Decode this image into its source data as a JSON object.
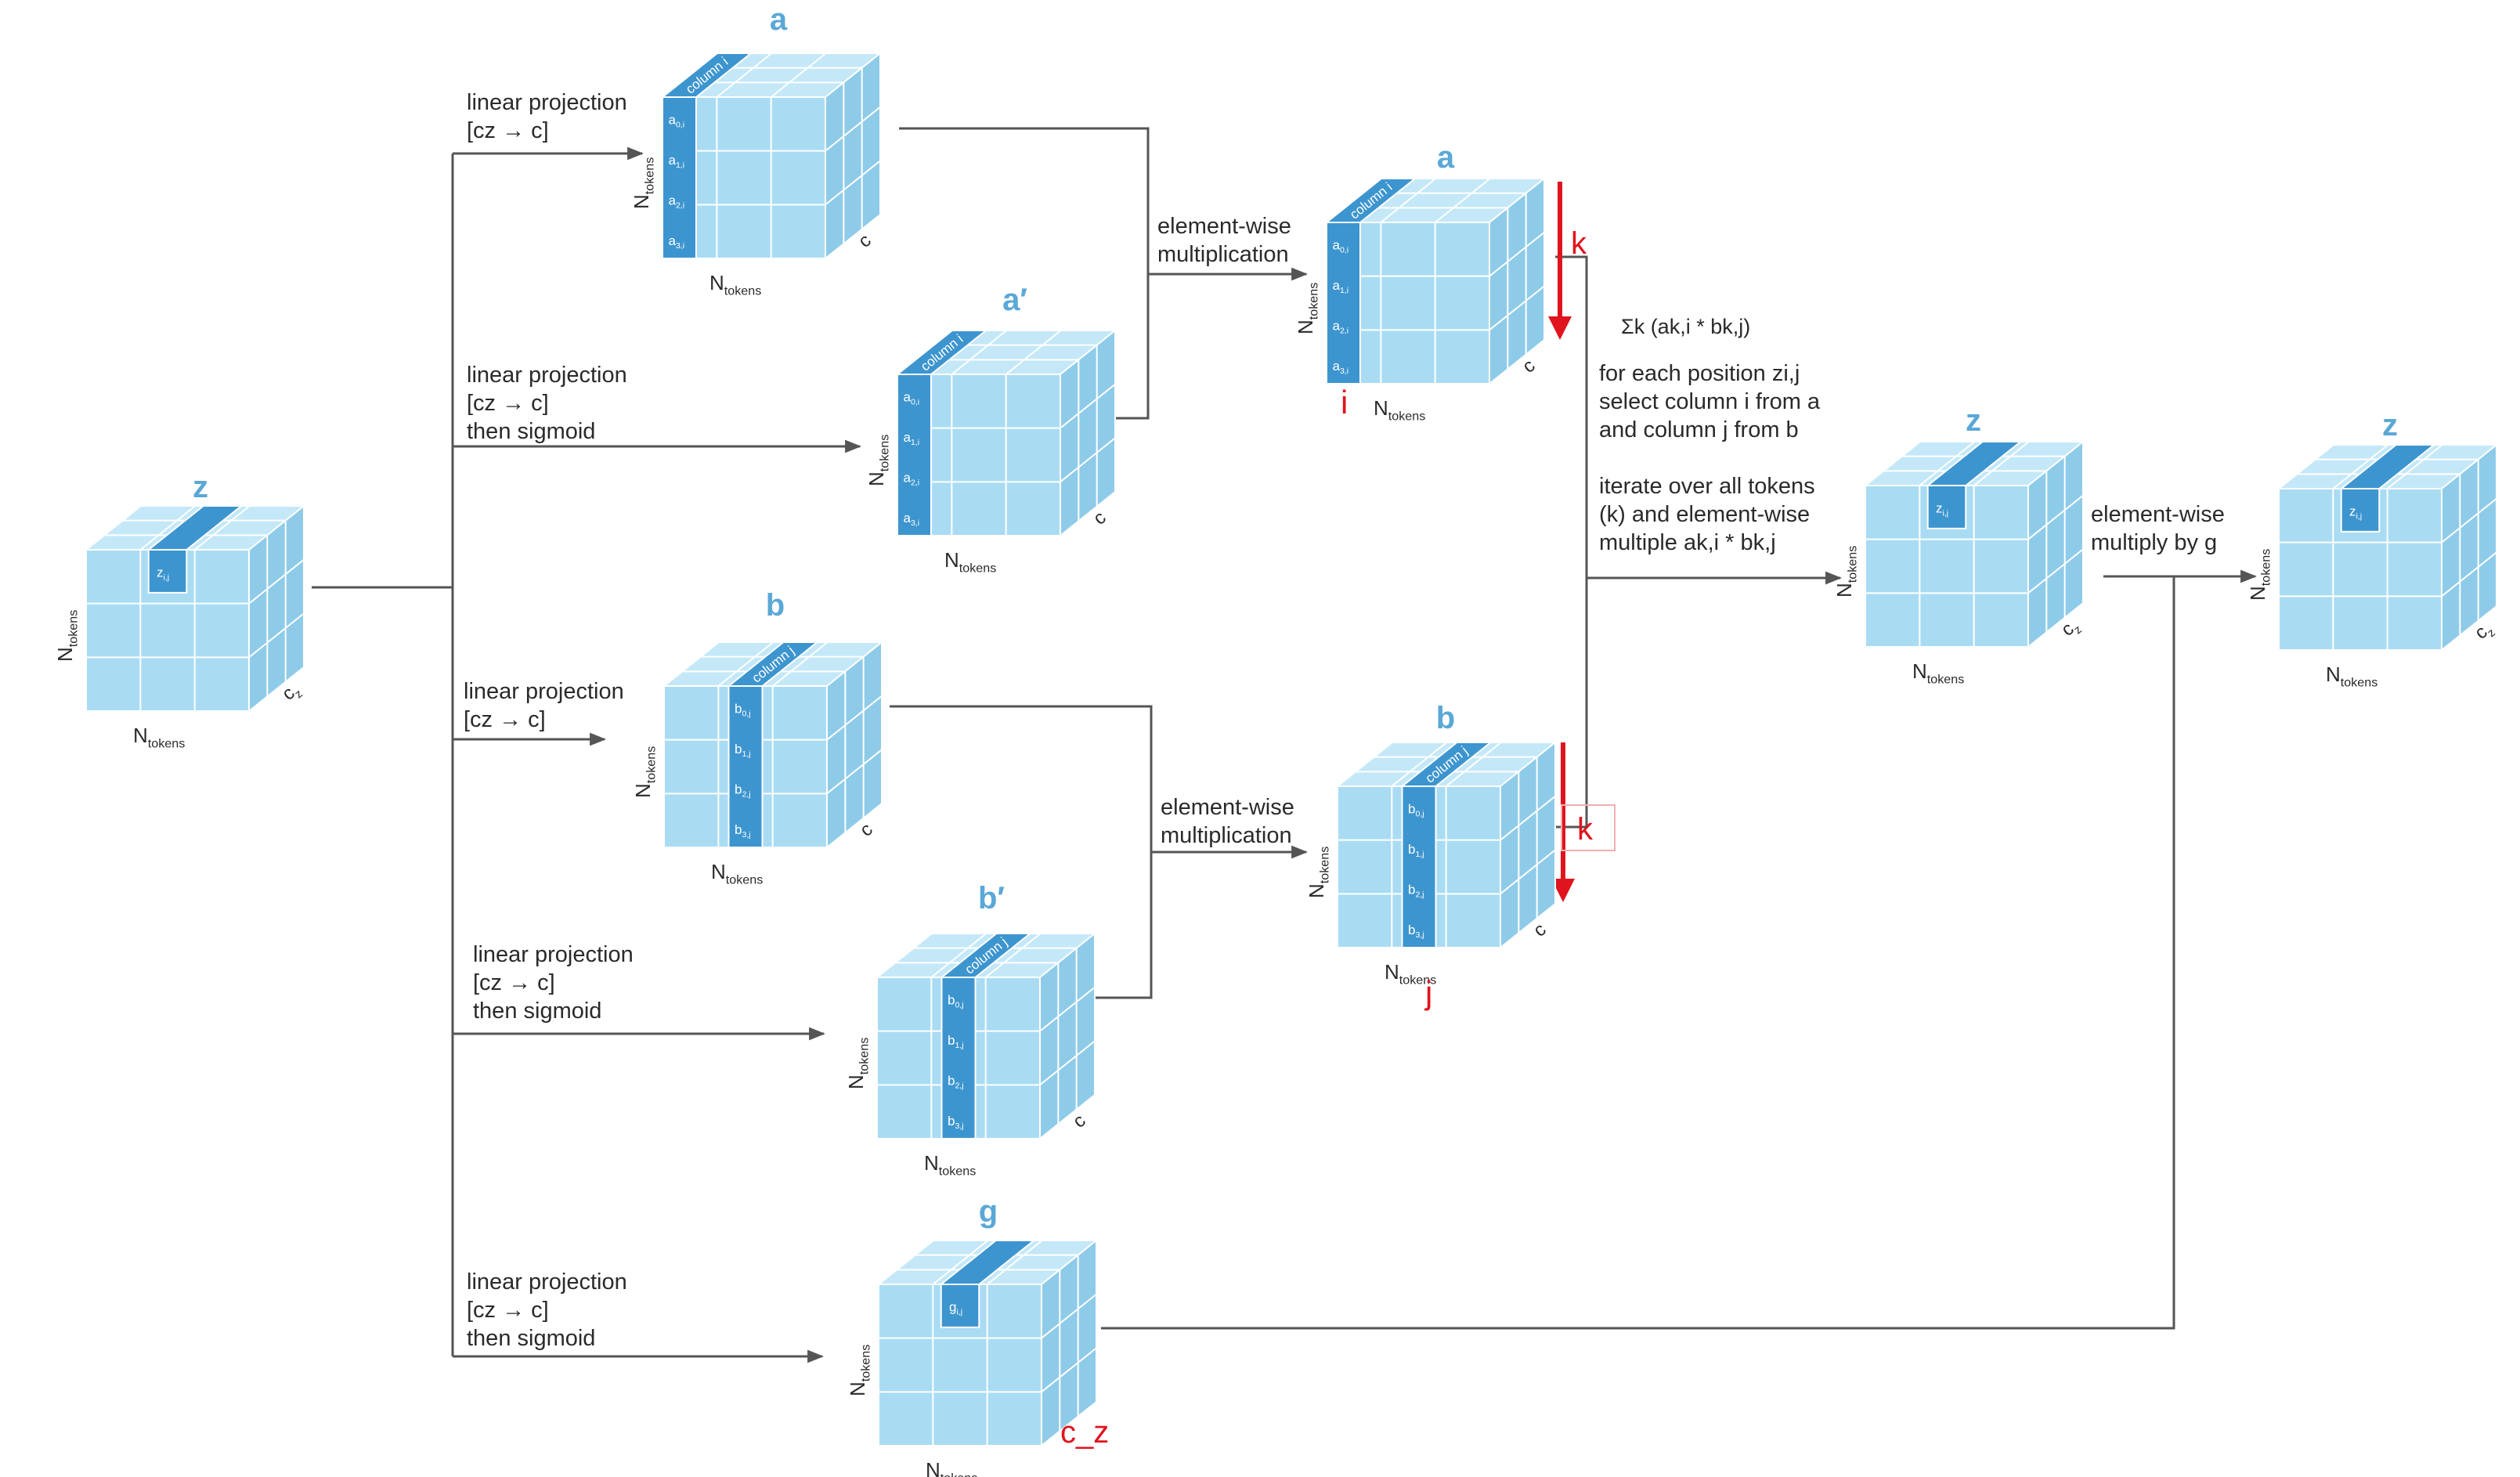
{
  "labels": {
    "n_tokens_main": "N",
    "n_tokens_sub": "tokens",
    "c_dim": "c",
    "cz_main": "c",
    "cz_sub": "z",
    "column_j": "column j",
    "column_i": "column i",
    "k": "k",
    "i": "i",
    "j": "j",
    "c_z_red": "c_z"
  },
  "cubes": {
    "z_in": {
      "title": "z",
      "cell": "z",
      "cell_sub": "i,j",
      "depth_label": "cz"
    },
    "a_top": {
      "title": "a",
      "cells": [
        "a0,i",
        "a1,i",
        "a2,i",
        "a3,i"
      ]
    },
    "a_prime": {
      "title": "a′",
      "cells": [
        "a0,i",
        "a1,i",
        "a2,i",
        "a3,i"
      ]
    },
    "a_res": {
      "title": "a",
      "cells": [
        "a0,i",
        "a1,i",
        "a2,i",
        "a3,i"
      ]
    },
    "b_top": {
      "title": "b",
      "cells": [
        "b0,j",
        "b1,j",
        "b2,j",
        "b3,j"
      ]
    },
    "b_prime": {
      "title": "b′",
      "cells": [
        "b0,j",
        "b1,j",
        "b2,j",
        "b3,j"
      ]
    },
    "b_res": {
      "title": "b",
      "cells": [
        "b0,j",
        "b1,j",
        "b2,j",
        "b3,j"
      ]
    },
    "g": {
      "title": "g",
      "cell": "g",
      "cell_sub": "i,j"
    },
    "z_mid": {
      "title": "z",
      "cell": "z",
      "cell_sub": "i,j"
    },
    "z_out": {
      "title": "z",
      "cell": "z",
      "cell_sub": "i,j"
    }
  },
  "annotations": {
    "proj_a": [
      "linear projection",
      "[cz → c]"
    ],
    "proj_a_prime": [
      "linear projection",
      "[cz → c]",
      "then sigmoid"
    ],
    "proj_b": [
      "linear projection",
      "[cz → c]"
    ],
    "proj_b_prime": [
      "linear projection",
      "[cz → c]",
      "then sigmoid"
    ],
    "proj_g": [
      "linear projection",
      "[cz → c]",
      "then sigmoid"
    ],
    "mult_a": [
      "element-wise",
      "multiplication"
    ],
    "mult_b": [
      "element-wise",
      "multiplication"
    ],
    "sum_formula": "Σk (ak,i * bk,j)",
    "desc_1": [
      "for each position zi,j",
      "select column i from a",
      "and column j from b"
    ],
    "desc_2": [
      "iterate over all tokens",
      "(k) and element-wise",
      "multiple ak,i * bk,j"
    ],
    "gate": [
      "element-wise",
      "multiply by g"
    ]
  },
  "colors": {
    "cube_face": "#a9dcf3",
    "cube_top": "#c4e8f8",
    "cube_side": "#8ecbe9",
    "highlight": "#3d95cf",
    "title": "#5aa8d6",
    "red": "#e0141e"
  }
}
